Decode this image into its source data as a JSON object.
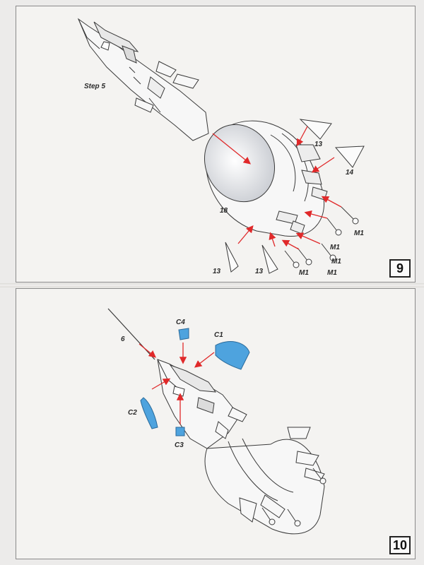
{
  "steps": {
    "nine": {
      "number": "9",
      "step_ref": "Step 5",
      "labels": {
        "part_18": "18",
        "part_13_a": "13",
        "part_14": "14",
        "part_13_b": "13",
        "part_13_c": "13",
        "part_m1_a": "M1",
        "part_m1_b": "M1",
        "part_m1_c": "M1",
        "part_m1_d": "M1",
        "part_m1_e": "M1"
      }
    },
    "ten": {
      "number": "10",
      "labels": {
        "part_6": "6",
        "part_c4": "C4",
        "part_c1": "C1",
        "part_c2": "C2",
        "part_c3": "C3"
      }
    }
  },
  "colors": {
    "arrow": "#e0292a",
    "clear_part": "#4ea3de",
    "line": "#3a3a3a",
    "panel": "#f4f3f1"
  }
}
